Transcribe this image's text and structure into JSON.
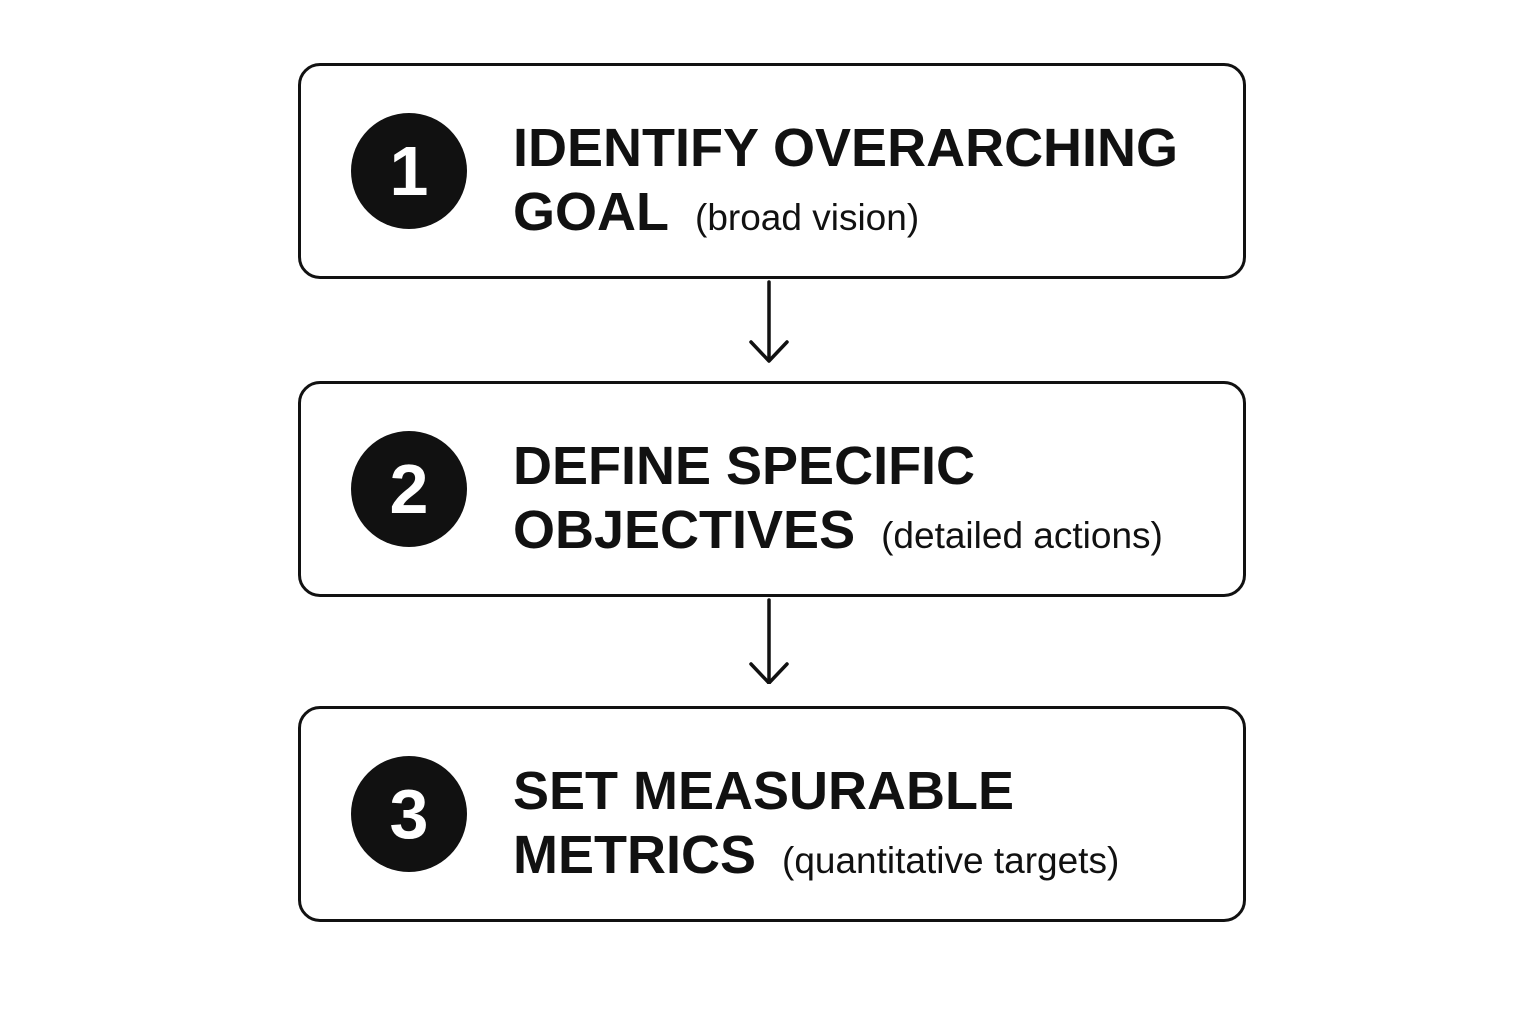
{
  "steps": [
    {
      "number": "1",
      "title_line1": "IDENTIFY OVERARCHING",
      "title_line2": "GOAL",
      "note": "(broad vision)"
    },
    {
      "number": "2",
      "title_line1": "DEFINE SPECIFIC",
      "title_line2": "OBJECTIVES",
      "note": "(detailed actions)"
    },
    {
      "number": "3",
      "title_line1": "SET MEASURABLE",
      "title_line2": "METRICS",
      "note": "(quantitative targets)"
    }
  ],
  "colors": {
    "ink": "#111111",
    "background": "#ffffff"
  },
  "icons": {
    "connector": "down-arrow-icon"
  }
}
